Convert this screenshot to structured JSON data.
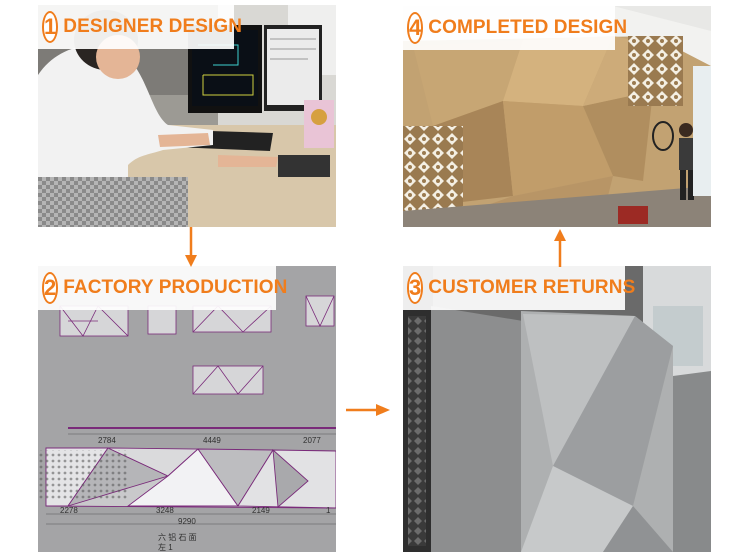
{
  "accent_color": "#f07d1c",
  "steps": [
    {
      "number": "1",
      "label": "DESIGNER DESIGN"
    },
    {
      "number": "2",
      "label": "FACTORY PRODUCTION"
    },
    {
      "number": "3",
      "label": "CUSTOMER RETURNS"
    },
    {
      "number": "4",
      "label": "COMPLETED DESIGN"
    }
  ],
  "drawing": {
    "dims_top": [
      "2784",
      "4449",
      "2077"
    ],
    "dims_bottom": [
      "2278",
      "3248",
      "2149",
      "1"
    ],
    "dim_total": "9290",
    "note_line1": "六 铝 石 面",
    "note_line2": "左 1"
  },
  "arrows": [
    {
      "name": "down-arrow-icon"
    },
    {
      "name": "right-arrow-icon"
    },
    {
      "name": "up-arrow-icon"
    }
  ]
}
